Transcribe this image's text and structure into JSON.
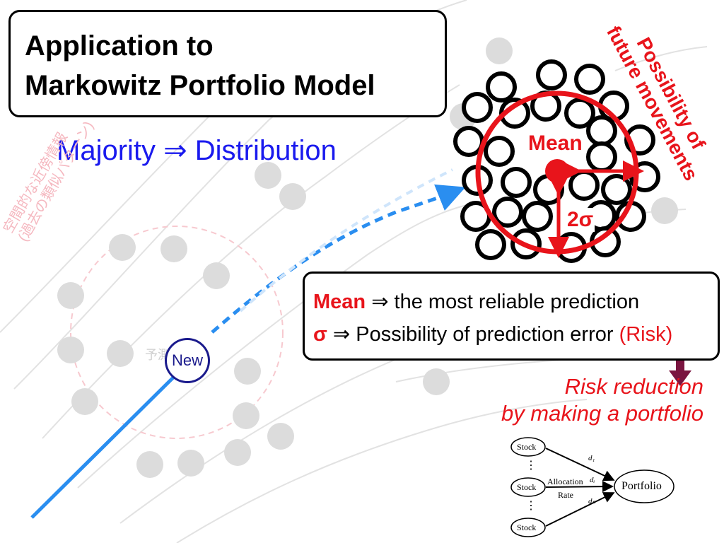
{
  "title": {
    "line1": "Application to",
    "line2": "Markowitz Portfolio Model"
  },
  "subtitle": "Majority ⇒ Distribution",
  "background_annotation": {
    "line1": "空間的な近傍情報",
    "line2": "(過去の類似パターン)"
  },
  "background_point_label": "予測点",
  "new_node_label": "New",
  "distribution": {
    "mean_label": "Mean",
    "sigma_label": "2σ"
  },
  "possibility_label": {
    "line1": "Possibility of",
    "line2": "future movements"
  },
  "explanation": {
    "mean_term": "Mean",
    "mean_text": " ⇒ the most reliable prediction",
    "sigma_term": "σ",
    "sigma_text": " ⇒ Possibility of prediction error ",
    "risk_term": "(Risk)"
  },
  "risk_reduction": {
    "line1": "Risk reduction",
    "line2": "by making a portfolio"
  },
  "portfolio_diagram": {
    "stock_label": "Stock",
    "dots": "⋮",
    "allocation_label": "Allocation",
    "rate_label": "Rate",
    "weights": [
      "d₁",
      "dᵢ",
      "dₙ"
    ],
    "portfolio_label": "Portfolio"
  },
  "colors": {
    "accent_red": "#e8141b",
    "accent_blue": "#1a1aee",
    "line_blue": "#2a8ef0",
    "arrow_purple": "#7a1540",
    "node_navy": "#1a1a8c"
  }
}
